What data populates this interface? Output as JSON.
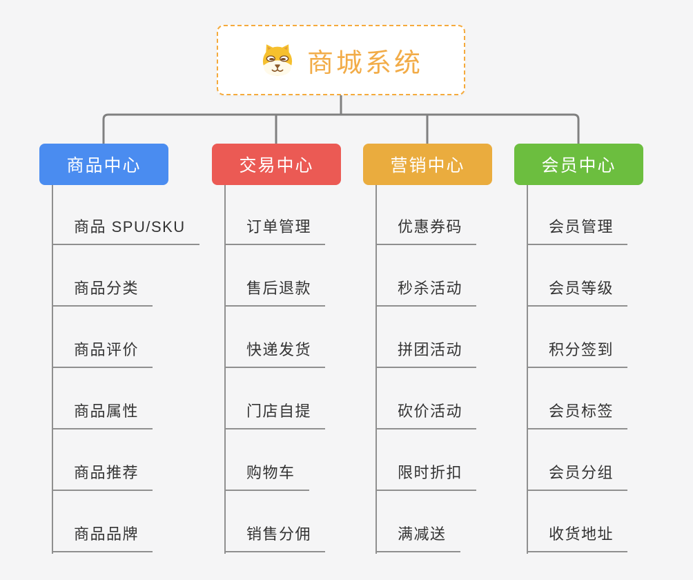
{
  "root": {
    "title": "商城系统",
    "icon": "dog-face-icon",
    "title_color": "#F2AC48",
    "border_color": "#F5AA3C"
  },
  "branches": [
    {
      "label": "商品中心",
      "color": "#4A8CF0",
      "children": [
        "商品 SPU/SKU",
        "商品分类",
        "商品评价",
        "商品属性",
        "商品推荐",
        "商品品牌"
      ]
    },
    {
      "label": "交易中心",
      "color": "#EB5A54",
      "children": [
        "订单管理",
        "售后退款",
        "快递发货",
        "门店自提",
        "购物车",
        "销售分佣"
      ]
    },
    {
      "label": "营销中心",
      "color": "#EAAC3E",
      "children": [
        "优惠券码",
        "秒杀活动",
        "拼团活动",
        "砍价活动",
        "限时折扣",
        "满减送"
      ]
    },
    {
      "label": "会员中心",
      "color": "#6CBE3F",
      "children": [
        "会员管理",
        "会员等级",
        "积分签到",
        "会员标签",
        "会员分组",
        "收货地址"
      ]
    }
  ],
  "colors": {
    "background": "#F5F5F6",
    "connector_line": "#808080",
    "leaf_line": "#8F8F8F",
    "leaf_text": "#333333",
    "node_text": "#FFFFFF"
  }
}
